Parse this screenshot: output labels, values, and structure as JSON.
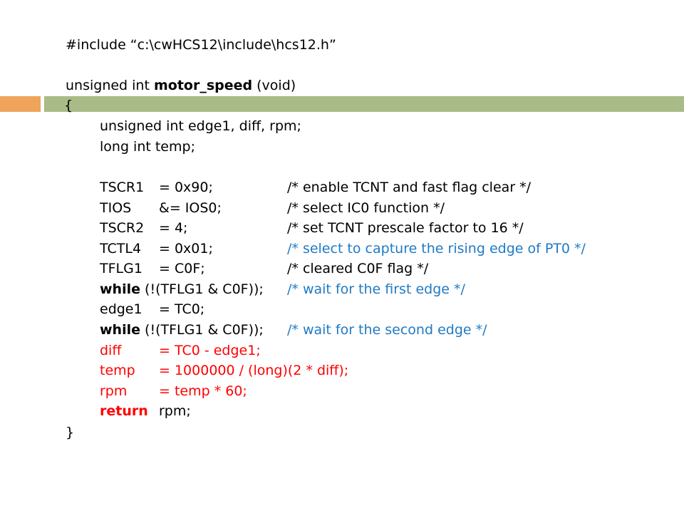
{
  "colors": {
    "accent_left": "#f0a35a",
    "accent_right": "#a9bb86",
    "comment_blue": "#1f7ac4",
    "highlight_red": "#ff0000"
  },
  "code": {
    "include": "#include “c:\\cwHCS12\\include\\hcs12.h”",
    "sig_prefix": "unsigned int ",
    "sig_name": "motor_speed",
    "sig_suffix": " (void)",
    "open_brace": "{",
    "decl1": "unsigned int edge1, diff, rpm;",
    "decl2": "long int temp;",
    "stmts": [
      {
        "reg": "TSCR1",
        "op": "= 0x90;",
        "comment": "/* enable TCNT and fast flag clear */"
      },
      {
        "reg": "TIOS",
        "op": "&= IOS0;",
        "comment": "/* select IC0 function */"
      },
      {
        "reg": "TSCR2",
        "op": "= 4;",
        "comment": "/* set TCNT prescale factor to 16 */"
      },
      {
        "reg": "TCTL4",
        "op": "= 0x01;",
        "comment": "/* select to capture the rising edge of PT0 */"
      },
      {
        "reg": "TFLG1",
        "op": "= C0F;",
        "comment": "/* cleared C0F flag */"
      }
    ],
    "while_kw": "while",
    "while_cond": " (!(TFLG1 & C0F));",
    "wait1": "/* wait for the first edge */",
    "edge_reg": "edge1",
    "edge_op": "= TC0;",
    "wait2": "/* wait for the second edge */",
    "calc": [
      {
        "reg": "diff",
        "op": "= TC0 - edge1;"
      },
      {
        "reg": "temp",
        "op": "= 1000000 / (long)(2 * diff);"
      },
      {
        "reg": "rpm",
        "op": "= temp * 60;"
      }
    ],
    "return_kw": "return",
    "return_val": "rpm;",
    "close_brace": "}"
  }
}
